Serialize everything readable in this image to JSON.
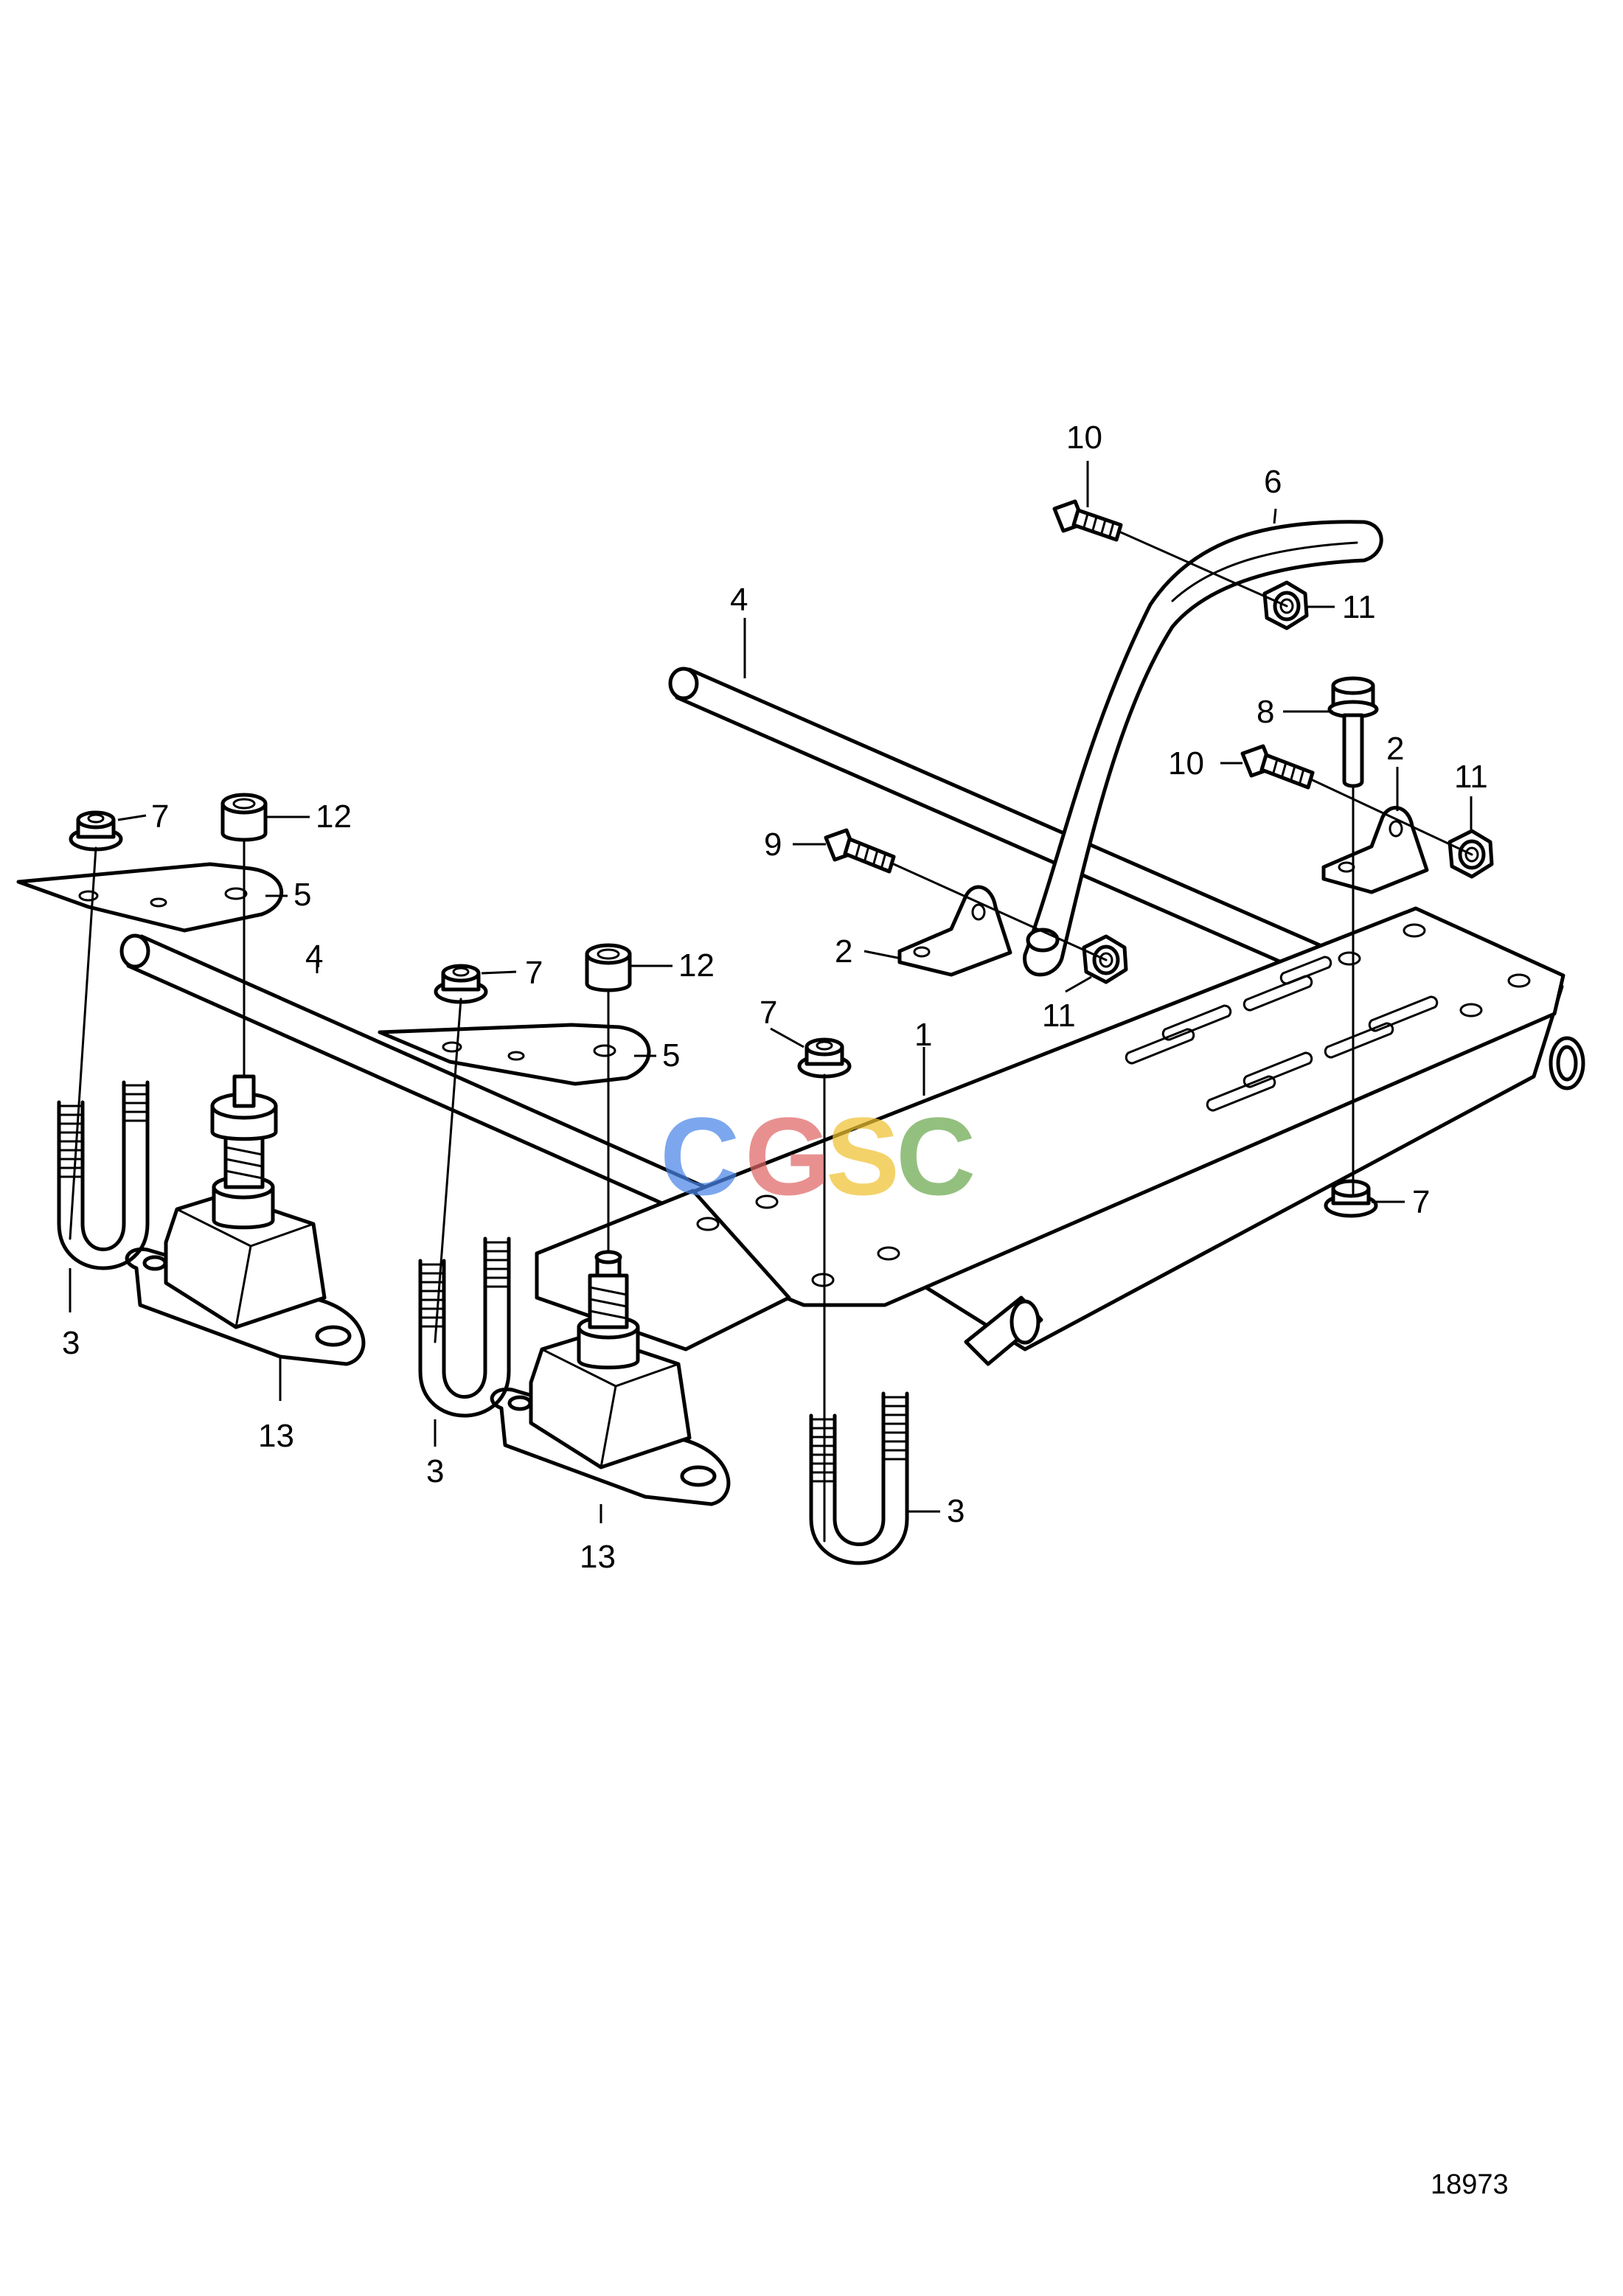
{
  "figure_number": "18973",
  "watermark": {
    "letters": [
      "C",
      "G",
      "S",
      "C"
    ],
    "colors": [
      "#4a86e8",
      "#e06666",
      "#f1c232",
      "#6aa84f"
    ]
  },
  "callouts": {
    "frame": "1",
    "bracket_mid": "2",
    "bracket_right": "2",
    "u_bolt_left": "3",
    "u_bolt_mid": "3",
    "u_bolt_right": "3",
    "tube_rear": "4",
    "tube_front": "4",
    "plate_left": "5",
    "plate_mid": "5",
    "stay": "6",
    "flange_nut_left": "7",
    "flange_nut_mid": "7",
    "flange_nut_center": "7",
    "flange_nut_under": "7",
    "screw_right": "8",
    "screw_mid": "9",
    "bolt_top": "10",
    "bolt_right": "10",
    "lock_nut_top": "11",
    "lock_nut_mid": "11",
    "lock_nut_right": "11",
    "nut_left": "12",
    "nut_mid": "12",
    "mount_left": "13",
    "mount_mid": "13"
  }
}
